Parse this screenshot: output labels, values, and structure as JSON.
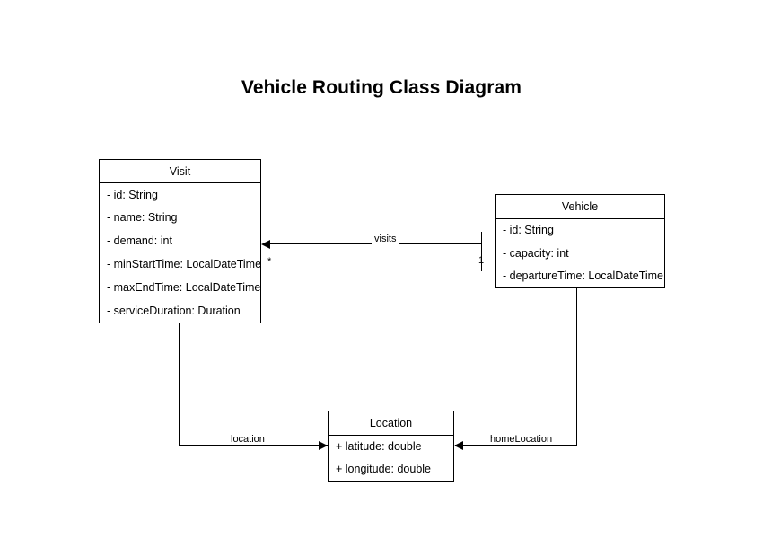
{
  "diagram": {
    "title": "Vehicle Routing Class Diagram",
    "background_color": "#ffffff",
    "line_color": "#000000",
    "text_color": "#000000",
    "type": "uml-class-diagram",
    "classes": [
      {
        "name": "Visit",
        "attributes": [
          "- id: String",
          "- name: String",
          "- demand: int",
          "- minStartTime: LocalDateTime",
          "- maxEndTime: LocalDateTime",
          "- serviceDuration: Duration"
        ]
      },
      {
        "name": "Vehicle",
        "attributes": [
          "- id: String",
          "- capacity: int",
          "- departureTime: LocalDateTime"
        ]
      },
      {
        "name": "Location",
        "attributes": [
          "+ latitude: double",
          "+ longitude: double"
        ]
      }
    ],
    "relationships": [
      {
        "label": "visits",
        "source": "Vehicle",
        "target": "Visit",
        "source_multiplicity": "1",
        "target_multiplicity": "*"
      },
      {
        "label": "location",
        "source": "Visit",
        "target": "Location",
        "source_multiplicity": "",
        "target_multiplicity": ""
      },
      {
        "label": "homeLocation",
        "source": "Vehicle",
        "target": "Location",
        "source_multiplicity": "",
        "target_multiplicity": ""
      }
    ]
  }
}
